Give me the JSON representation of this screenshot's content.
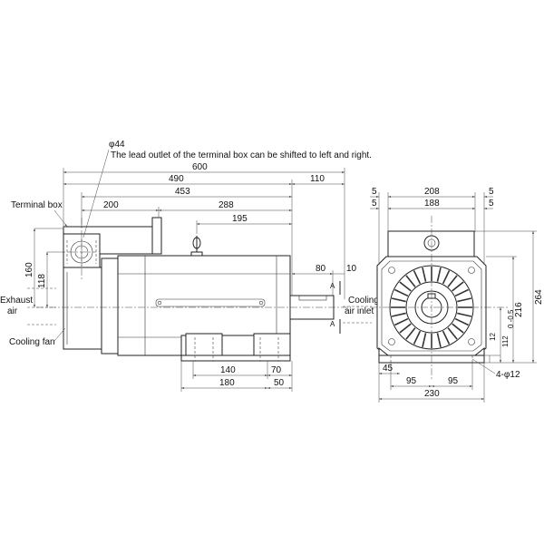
{
  "notes": {
    "phi44": "φ44",
    "lead_outlet": "The lead outlet of the terminal box can be shifted to left and right."
  },
  "labels": {
    "terminal_box": "Terminal box",
    "exhaust_air_1": "Exhaust",
    "exhaust_air_2": "air",
    "cooling_fan": "Cooling fan",
    "cooling_air_1": "Cooling",
    "cooling_air_2": "air inlet",
    "section_a": "A",
    "holes": "4-φ12"
  },
  "side_dims": {
    "d600": "600",
    "d490": "490",
    "d110": "110",
    "d453": "453",
    "d200": "200",
    "d288": "288",
    "d195": "195",
    "d80": "80",
    "d10": "10",
    "d160": "160",
    "d118": "118",
    "d140": "140",
    "d70": "70",
    "d180": "180",
    "d50": "50"
  },
  "front_dims": {
    "d5a": "5",
    "d208": "208",
    "d5b": "5",
    "d5c": "5",
    "d188": "188",
    "d5d": "5",
    "d264": "264",
    "d216": "216",
    "d112": "112",
    "d112_tol": "0 -0.5",
    "d12": "12",
    "d45": "45",
    "d95a": "95",
    "d95b": "95",
    "d230": "230"
  }
}
